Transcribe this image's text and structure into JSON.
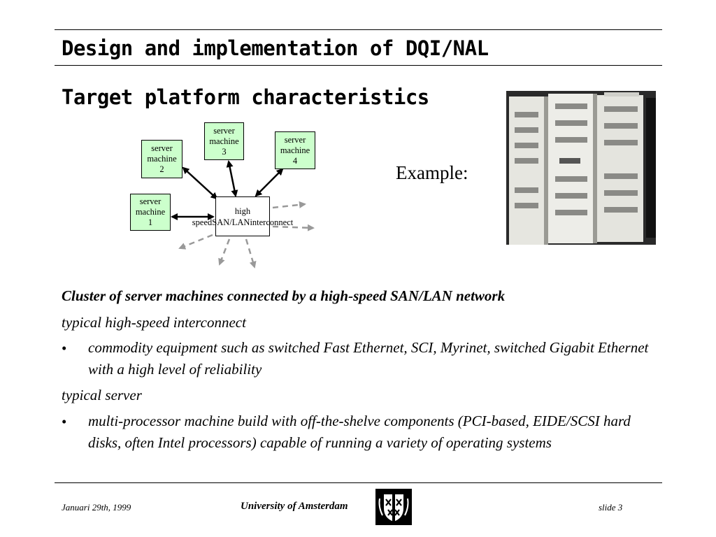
{
  "slide": {
    "title": "Design and implementation of DQI/NAL",
    "subtitle": "Target platform characteristics"
  },
  "diagram": {
    "nodes": [
      {
        "id": "server-machine-1",
        "lines": [
          "server",
          "machine",
          "1"
        ]
      },
      {
        "id": "server-machine-2",
        "lines": [
          "server",
          "machine",
          "2"
        ]
      },
      {
        "id": "server-machine-3",
        "lines": [
          "server",
          "machine",
          "3"
        ]
      },
      {
        "id": "server-machine-4",
        "lines": [
          "server",
          "machine",
          "4"
        ]
      }
    ],
    "hub": {
      "lines": [
        "high speed",
        "SAN/LAN",
        "interconnect"
      ]
    },
    "colors": {
      "node_fill": "#ccffcc",
      "dashed_arrow": "#999999",
      "solid_arrow": "#000000"
    }
  },
  "example_label": "Example:",
  "photo": {
    "icon": "server-rack-photo"
  },
  "body": {
    "heading": "Cluster of server machines connected by a high-speed SAN/LAN network",
    "section1": "typical high-speed interconnect",
    "bullet_symbol": "•",
    "bullet1": "commodity equipment such as switched Fast Ethernet, SCI, Myrinet, switched Gigabit Ethernet with a high level of reliability",
    "section2": "typical server",
    "bullet2": "multi-processor machine build with off-the-shelve components (PCI-based, EIDE/SCSI hard disks, often Intel processors) capable of running a variety of operating systems"
  },
  "footer": {
    "date": "Januari 29th, 1999",
    "organization": "University of Amsterdam",
    "slide_number": "slide 3",
    "logo": "university-crest-icon"
  }
}
